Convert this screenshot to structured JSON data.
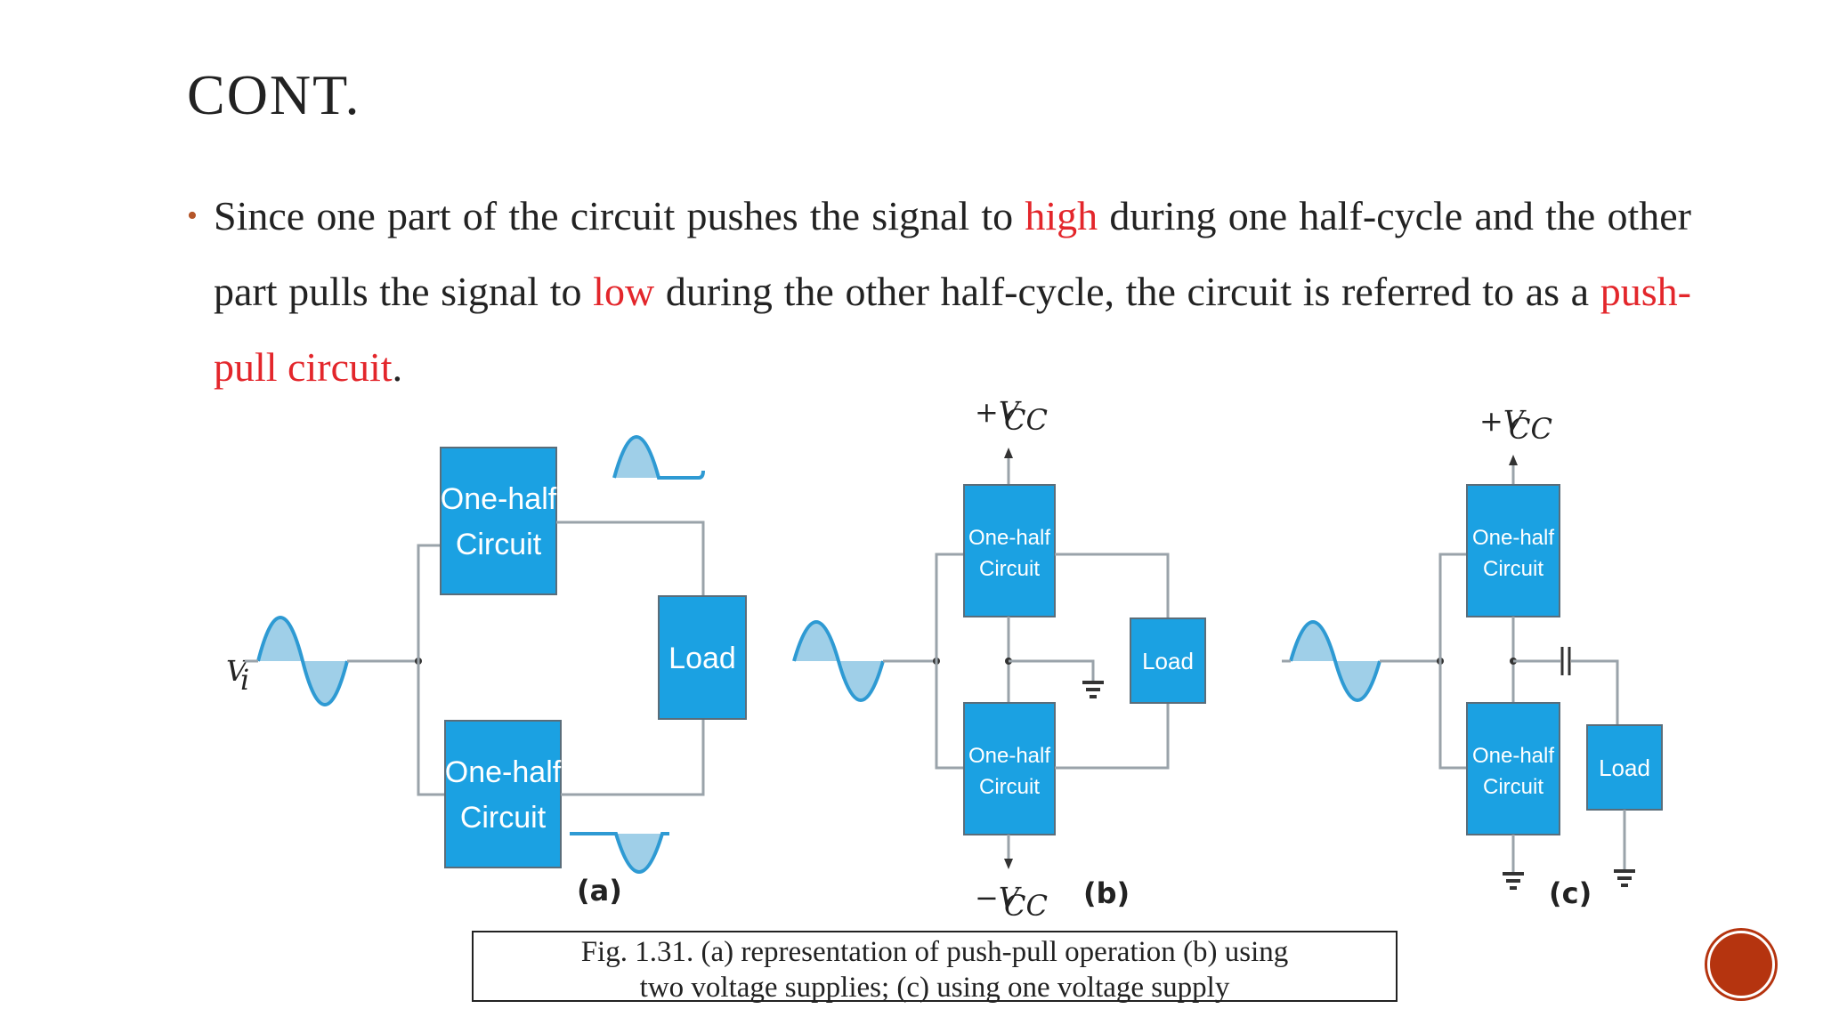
{
  "slide": {
    "title": "CONT.",
    "bullet": {
      "p1": "Since one part of the circuit pushes the signal to ",
      "h1": "high",
      "p2": " during one half-cycle and the other part pulls the signal to ",
      "h2": "low",
      "p3": " during the other half-cycle, the circuit is referred to as a ",
      "h3": "push-pull circuit",
      "p4": "."
    },
    "highlight_color": "#e3262b",
    "bullet_color": "#b5562a"
  },
  "figure": {
    "block_label_line1": "One-half",
    "block_label_line2": "Circuit",
    "load_label": "Load",
    "vi_label": "V",
    "vi_sub": "i",
    "vcc_pos": "+V",
    "vcc_neg": "−V",
    "vcc_sub": "CC",
    "panel_a": "(a)",
    "panel_b": "(b)",
    "panel_c": "(c)",
    "block_color": "#1ba1e2"
  },
  "caption": {
    "line1": "Fig. 1.31. (a) representation of push-pull operation (b) using",
    "line2": "two voltage supplies; (c) using one voltage supply"
  },
  "nav": {
    "icon": "circle-nav-icon"
  }
}
